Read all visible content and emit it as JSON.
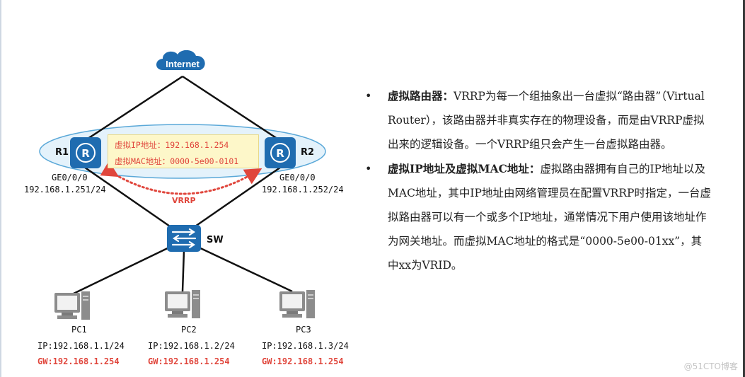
{
  "cloud": {
    "label": "Internet"
  },
  "routers": {
    "r1": {
      "name": "R1",
      "port": "GE0/0/0",
      "ip": "192.168.1.251/24"
    },
    "r2": {
      "name": "R2",
      "port": "GE0/0/0",
      "ip": "192.168.1.252/24"
    }
  },
  "virtual": {
    "ip_line": "虚拟IP地址：192.168.1.254",
    "mac_line": "虚拟MAC地址：0000-5e00-0101",
    "protocol": "VRRP"
  },
  "switch": {
    "name": "SW"
  },
  "pcs": [
    {
      "name": "PC1",
      "ip": "IP:192.168.1.1/24",
      "gw": "GW:192.168.1.254"
    },
    {
      "name": "PC2",
      "ip": "IP:192.168.1.2/24",
      "gw": "GW:192.168.1.254"
    },
    {
      "name": "PC3",
      "ip": "IP:192.168.1.3/24",
      "gw": "GW:192.168.1.254"
    }
  ],
  "bullets": [
    {
      "term": "虚拟路由器：",
      "text": "VRRP为每一个组抽象出一台虚拟“路由器”（Virtual Router），该路由器并非真实存在的物理设备，而是由VRRP虚拟出来的逻辑设备。一个VRRP组只会产生一台虚拟路由器。"
    },
    {
      "term": "虚拟IP地址及虚拟MAC地址：",
      "text": "虚拟路由器拥有自己的IP地址以及MAC地址，其中IP地址由网络管理员在配置VRRP时指定，一台虚拟路由器可以有一个或多个IP地址，通常情况下用户使用该地址作为网关地址。而虚拟MAC地址的格式是“0000-5e00-01xx”，其中xx为VRID。"
    }
  ],
  "watermark": "@51CTO博客",
  "colors": {
    "device_blue": "#1f6cb0",
    "ellipse_fill": "#e4f2fb",
    "ellipse_stroke": "#5aa8d8",
    "red": "#e0463c"
  }
}
